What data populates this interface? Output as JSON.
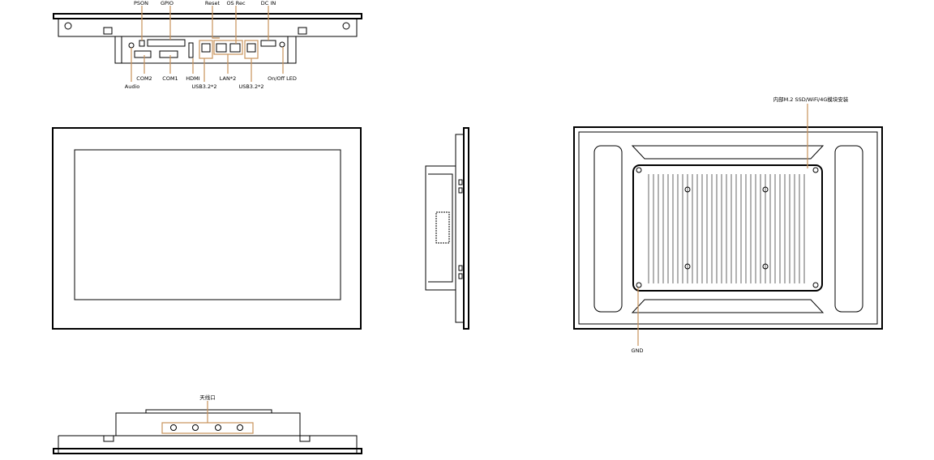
{
  "top_view": {
    "labels_top": [
      "PSON",
      "GPIO",
      "Reset",
      "OS Rec",
      "DC IN"
    ],
    "labels_bottom": [
      "COM2",
      "COM1",
      "HDMI",
      "LAN*2",
      "On/Off LED"
    ],
    "labels_lower": [
      "Audio",
      "USB3.2*2",
      "USB3.2*2"
    ]
  },
  "back_view": {
    "m2_label": "内部M.2 SSD/WiFi/4G模块安装",
    "gnd_label": "GND"
  },
  "bottom_view": {
    "antenna_label": "天线口"
  },
  "colors": {
    "callout": "#c8925a",
    "line": "#000000"
  }
}
